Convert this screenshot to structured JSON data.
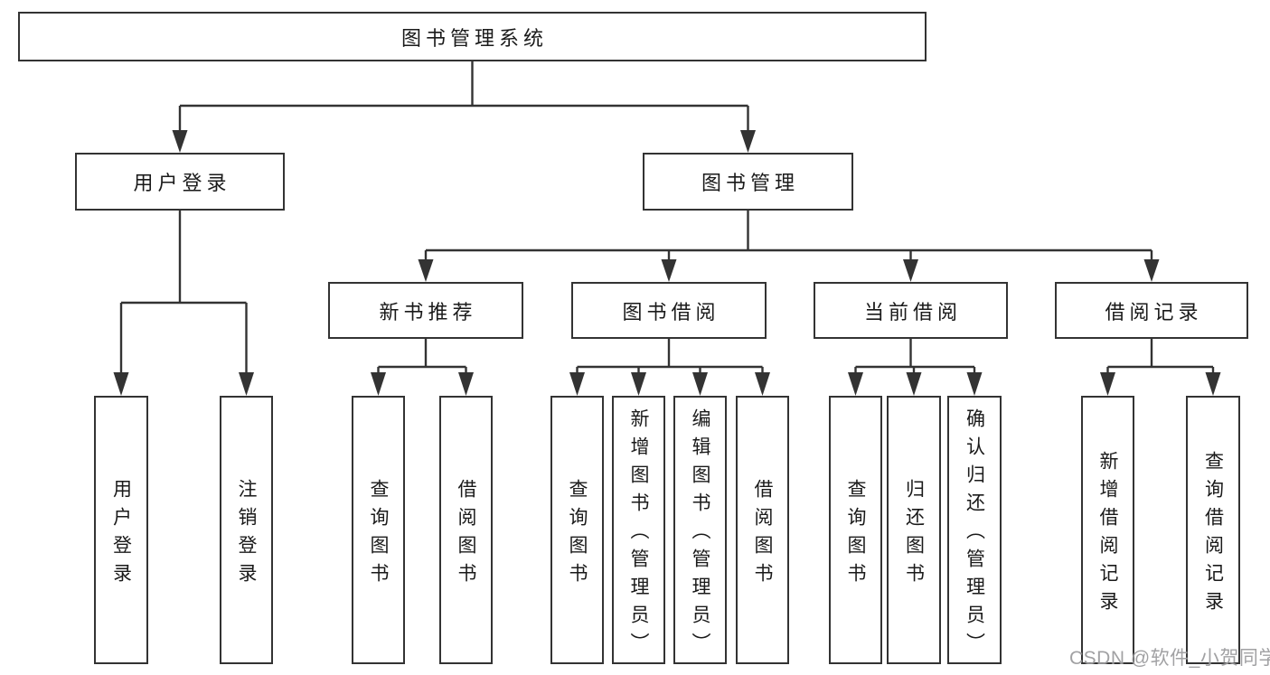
{
  "tree": {
    "root": {
      "label": "图书管理系统",
      "children": [
        {
          "label": "用户登录",
          "children": [
            {
              "label": "用户登录"
            },
            {
              "label": "注销登录"
            }
          ]
        },
        {
          "label": "图书管理",
          "children": [
            {
              "label": "新书推荐",
              "children": [
                {
                  "label": "查询图书"
                },
                {
                  "label": "借阅图书"
                }
              ]
            },
            {
              "label": "图书借阅",
              "children": [
                {
                  "label": "查询图书"
                },
                {
                  "label": "新增图书（管理员）"
                },
                {
                  "label": "编辑图书（管理员）"
                },
                {
                  "label": "借阅图书"
                }
              ]
            },
            {
              "label": "当前借阅",
              "children": [
                {
                  "label": "查询图书"
                },
                {
                  "label": "归还图书"
                },
                {
                  "label": "确认归还（管理员）"
                }
              ]
            },
            {
              "label": "借阅记录",
              "children": [
                {
                  "label": "新增借阅记录"
                },
                {
                  "label": "查询借阅记录"
                }
              ]
            }
          ]
        }
      ]
    }
  },
  "watermark": "CSDN @软件_小贺同学",
  "colors": {
    "line": "#333333",
    "box_border": "#333333",
    "text": "#1a1a1a",
    "background": "#ffffff",
    "watermark_gray": "#7d7d80"
  }
}
